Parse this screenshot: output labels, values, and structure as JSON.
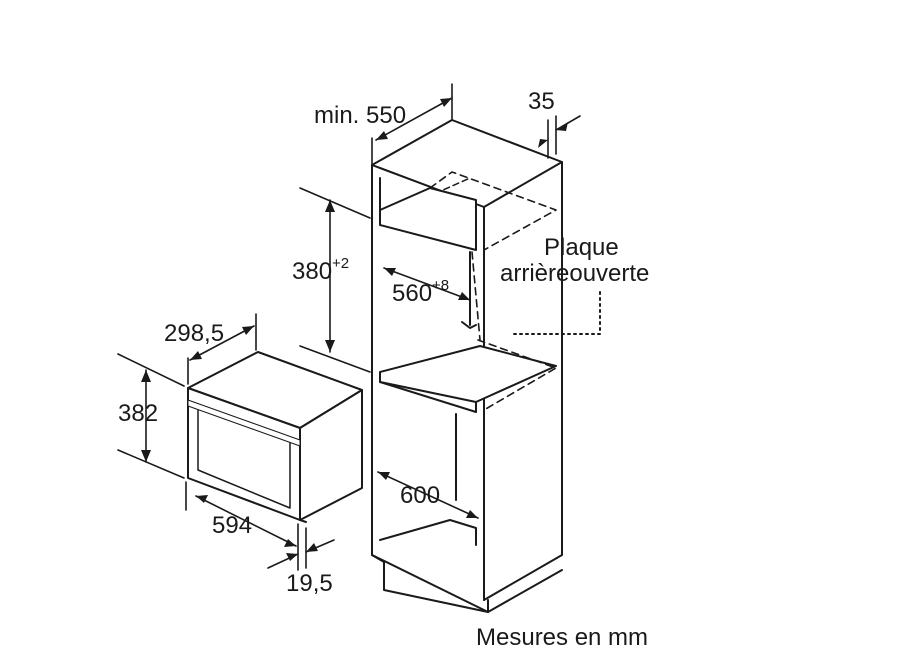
{
  "dimensions": {
    "cabinet_depth": "min. 550",
    "gap_rear": "35",
    "niche_height": "380",
    "niche_height_tolerance": "+2",
    "niche_width": "560",
    "niche_width_tolerance": "+8",
    "appliance_depth": "298,5",
    "appliance_height": "382",
    "appliance_width": "594",
    "front_depth": "19,5",
    "cabinet_width": "600"
  },
  "labels": {
    "rear_panel_line1": "Plaque",
    "rear_panel_line2": "arrièreouverte",
    "units_note": "Mesures en mm"
  },
  "colors": {
    "line": "#1a1a1a",
    "fill": "#ffffff"
  }
}
